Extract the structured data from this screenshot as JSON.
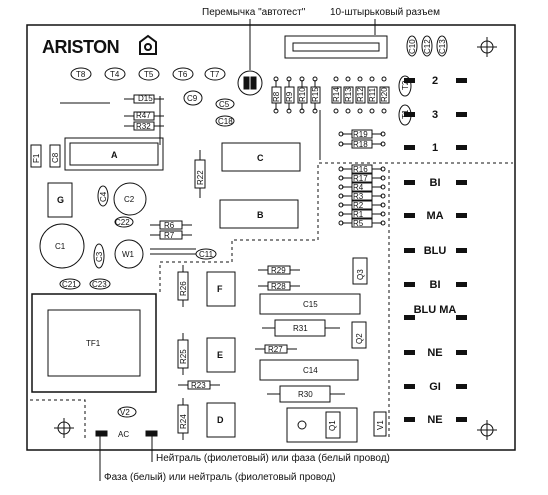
{
  "annotations": {
    "jumper": "Перемычка \"автотест\"",
    "connector": "10-штырьковый разъем",
    "neutral_or_phase": "Нейтраль (фиолетовый) или фаза (белый провод)",
    "phase_or_neutral": "Фаза (белый) или нейтраль (фиолетовый провод)"
  },
  "logo": "ARISTON",
  "top_transistors": [
    "T8",
    "T4",
    "T5",
    "T6",
    "T7"
  ],
  "labels": {
    "D15": "D15",
    "R47": "R47",
    "R32": "R32",
    "C9": "C9",
    "C5": "C5",
    "C18": "C18",
    "F1": "F1",
    "C8": "C8",
    "A": "A",
    "C": "C",
    "B": "B",
    "G": "G",
    "C4": "C4",
    "C2": "C2",
    "C22": "C22",
    "R22": "R22",
    "R6": "R6",
    "R7": "R7",
    "C1": "C1",
    "C3": "C3",
    "W1": "W1",
    "C11": "C11",
    "C21": "C21",
    "C23": "C23",
    "TF1": "TF1",
    "R26": "R26",
    "F": "F",
    "R29": "R29",
    "R28": "R28",
    "C15": "C15",
    "R31": "R31",
    "R25": "R25",
    "E": "E",
    "R27": "R27",
    "C14": "C14",
    "R23": "R23",
    "R30": "R30",
    "R24": "R24",
    "D": "D",
    "V2": "V2",
    "AC": "AC",
    "Q1": "Q1",
    "Q2": "Q2",
    "Q3": "Q3",
    "V1": "V1",
    "T1": "T1",
    "T2": "T2",
    "C10": "C10",
    "C12": "C12",
    "C13": "C13"
  },
  "resistor_row_a": [
    "R8",
    "R9",
    "R10",
    "R15"
  ],
  "resistor_row_b": [
    "R14",
    "R13",
    "R12",
    "R11",
    "R20"
  ],
  "resistor_stack_top": [
    "R19",
    "R18"
  ],
  "resistor_stack": [
    "R16",
    "R17",
    "R4",
    "R3",
    "R2",
    "R1",
    "R5"
  ],
  "terminals": [
    "2",
    "3",
    "1",
    "BI",
    "MA",
    "BLU",
    "BI",
    "BLU MA",
    "NE",
    "GI",
    "NE"
  ],
  "colors": {
    "ink": "#111111",
    "board": "#ffffff"
  }
}
